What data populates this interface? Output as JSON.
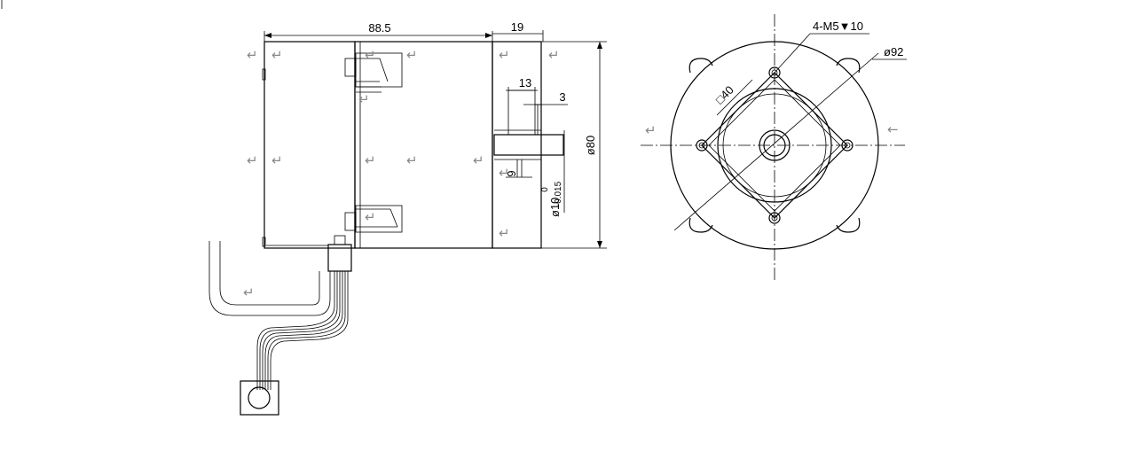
{
  "dimensions": {
    "body_length": "88.5",
    "shaft_length": "19",
    "key_length": "13",
    "key_width": "3",
    "key_height": "9",
    "outer_diameter": "ø80",
    "shaft_diameter": "ø10",
    "shaft_tol_upper": "0",
    "shaft_tol_lower": "-0.015",
    "flange_diameter": "ø92",
    "mount_holes": "4-M5▼10",
    "square_size": "□40"
  },
  "paragraph_mark": "↵",
  "arrow_mark": "←"
}
